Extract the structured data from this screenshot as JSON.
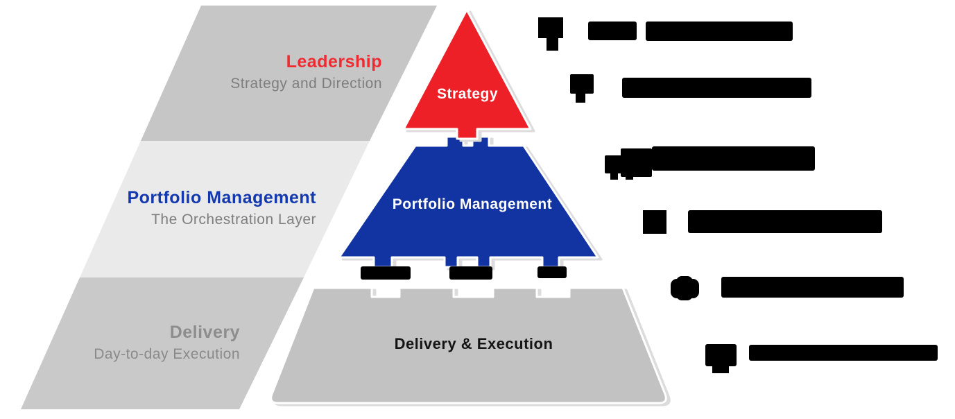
{
  "colors": {
    "band1": "#c6c6c6",
    "band2": "#eaeaea",
    "band3": "#c9c9c9",
    "red": "#ed2027",
    "blue": "#1233a2",
    "gray_level": "#c2c2c2",
    "red_text": "#ef2b31",
    "blue_text": "#1438ae",
    "gray_text": "#8d8d8d",
    "black": "#000000"
  },
  "left_panel": {
    "bands": [
      {
        "title": "Leadership",
        "subtitle": "Strategy and Direction"
      },
      {
        "title": "Portfolio Management",
        "subtitle": "The Orchestration Layer"
      },
      {
        "title": "Delivery",
        "subtitle": "Day-to-day Execution"
      }
    ]
  },
  "pyramid": {
    "levels": [
      {
        "label": "Strategy"
      },
      {
        "label": "Portfolio Management"
      },
      {
        "label": "Delivery & Execution"
      }
    ],
    "connector_labels": [
      {
        "label": "",
        "redacted": true
      },
      {
        "label": "",
        "redacted": true
      },
      {
        "label": "",
        "redacted": true
      }
    ]
  },
  "legend": {
    "items": [
      {
        "icon": "redacted-mushroom-icon",
        "label": "",
        "redacted": true
      },
      {
        "icon": "redacted-pin-icon",
        "label": "",
        "redacted": true
      },
      {
        "icon": "redacted-chart-icon",
        "label": "",
        "redacted": true
      },
      {
        "icon": "redacted-square-icon",
        "label": "",
        "redacted": true
      },
      {
        "icon": "redacted-blob-icon",
        "label": "",
        "redacted": true
      },
      {
        "icon": "redacted-speech-bubble-icon",
        "label": "",
        "redacted": true
      }
    ]
  }
}
